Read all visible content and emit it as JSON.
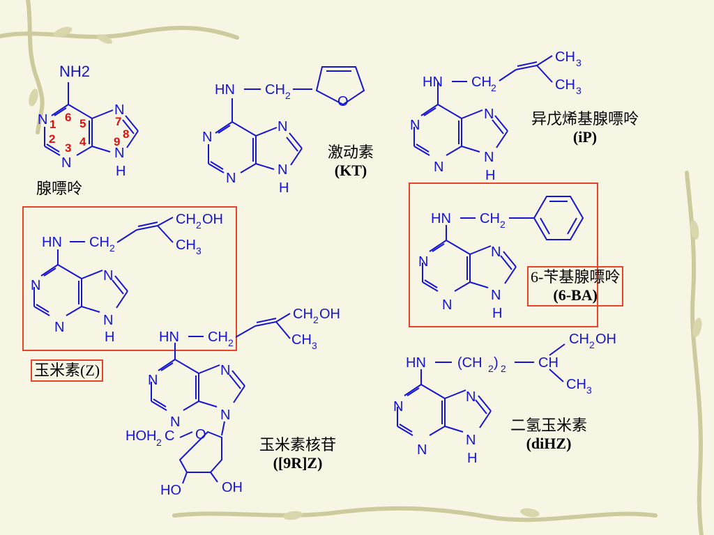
{
  "molecules": {
    "adenine": {
      "name": "腺嘌呤",
      "atoms": {
        "nh2": "NH2",
        "n1": "N",
        "n3": "N",
        "n7": "N",
        "n9": "N",
        "h9": "H"
      }
    },
    "kinetin": {
      "name": "激动素",
      "abbr": "(KT)",
      "furan_o": "O"
    },
    "ip": {
      "name": "异戊烯基腺嘌呤",
      "abbr": "(iP)"
    },
    "ba": {
      "name": "6-苄基腺嘌呤",
      "abbr": "(6-BA)"
    },
    "zeatin": {
      "name": "玉米素(Z)"
    },
    "zeatin_riboside": {
      "name": "玉米素核苷",
      "abbr": "([9R]Z)"
    },
    "dihz": {
      "name": "二氢玉米素",
      "abbr": "(diHZ)"
    }
  },
  "ring_numbers": [
    "1",
    "2",
    "3",
    "4",
    "5",
    "6",
    "7",
    "8",
    "9"
  ],
  "colors": {
    "structure": "#1414d2",
    "numbers": "#e01010",
    "box": "#e8442a",
    "vine": "#c9c79a"
  }
}
